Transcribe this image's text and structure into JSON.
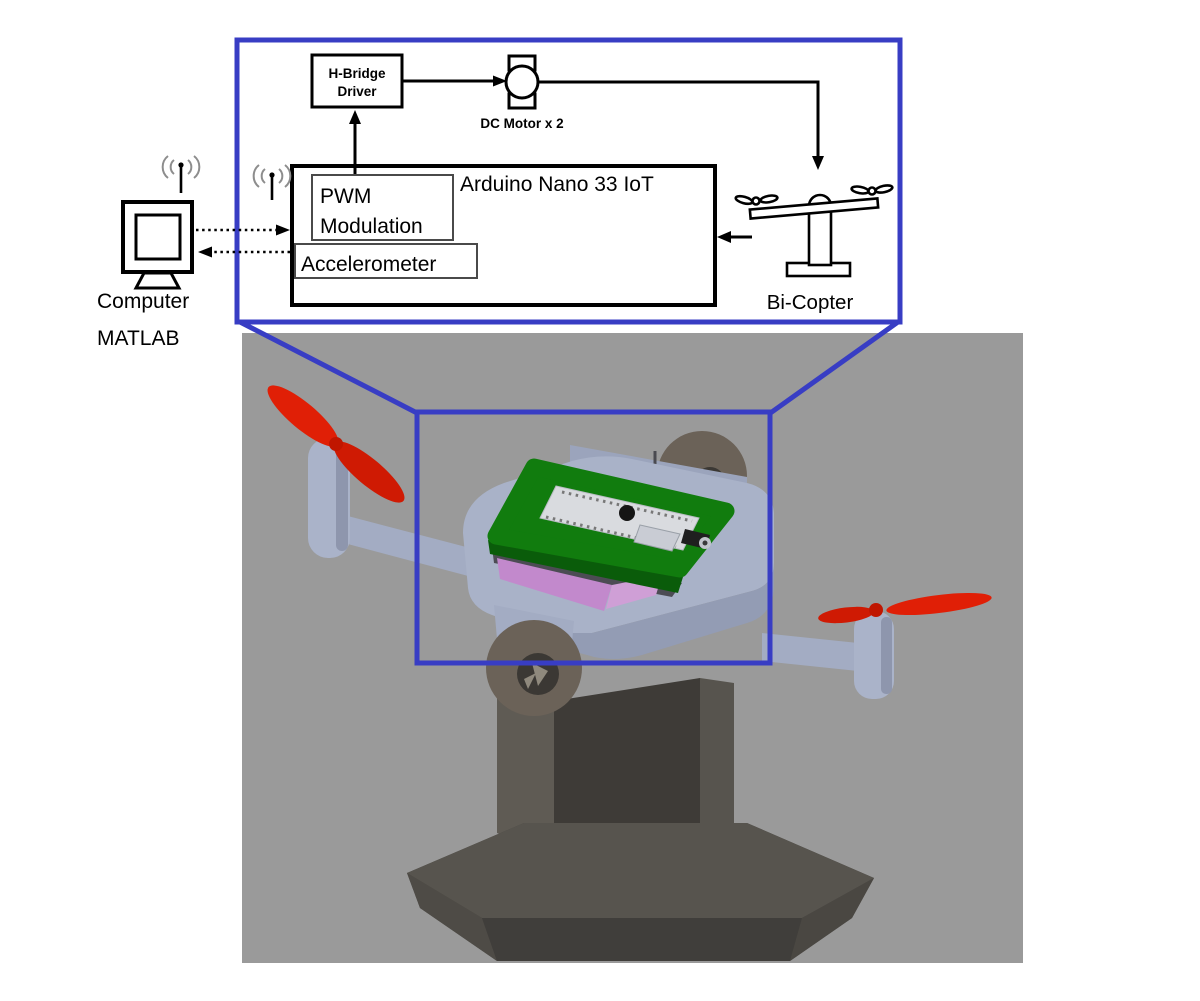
{
  "diagram": {
    "computer": {
      "line1": "Computer",
      "line2": "MATLAB"
    },
    "h_bridge": {
      "line1": "H-Bridge",
      "line2": "Driver"
    },
    "dc_motor_label": "DC Motor x 2",
    "arduino_label": "Arduino Nano 33 IoT",
    "pwm": {
      "line1": "PWM",
      "line2": "Modulation"
    },
    "accelerometer_label": "Accelerometer",
    "bicopter_label": "Bi-Copter",
    "colors": {
      "callout_blue": "#383dc4"
    }
  },
  "photo": {
    "colors": {
      "background": "#9a9a9a",
      "frame": "#a9b2c8",
      "frame_shade": "#939cb4",
      "frame_light": "#aab3c9",
      "frame_wall": "#9ba4bc",
      "arm": "#a3acc3",
      "pod_shade": "#8e96ad",
      "pcb_green": "#117c0e",
      "pcb_green_side": "#0a5c0a",
      "nano_silver": "#d9dbdf",
      "module_silver": "#c9ccd4",
      "motor_pink": "#c289cc",
      "motor_pink_light": "#cf9fd6",
      "prop_red": "#e01f06",
      "prop_red_dark": "#cf1a03",
      "prop_hub": "#c01600",
      "pivot_dark": "#6b6258",
      "pivot_hole": "#3b3834",
      "pivot_blade": "#8f897d",
      "stand": "#5f5b54",
      "stand_side": "#57544e",
      "stand_shadow": "#3e3b37",
      "base_top": "#57544e",
      "base_front": "#403e3b",
      "base_left": "#4e4b46",
      "base_right": "#4a4742",
      "base_sil": "#46443f",
      "recess_dark": "#4c4c54",
      "usb_black": "#1f1f1f"
    }
  }
}
